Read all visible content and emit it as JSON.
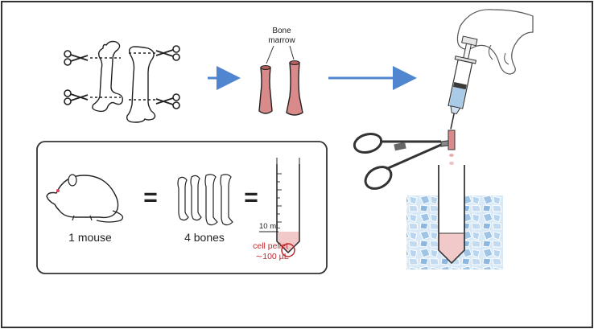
{
  "labels": {
    "bone_marrow_line1": "Bone",
    "bone_marrow_line2": "marrow",
    "mouse_caption": "1 mouse",
    "bones_caption": "4 bones",
    "equals_1": "=",
    "equals_2": "=",
    "volume_mark": "10 mL",
    "cell_pellet": "cell pellet",
    "pellet_volume": "∼100 µL"
  },
  "colors": {
    "arrow": "#4f86cf",
    "marrow": "#d98a8a",
    "pellet": "#f2c9c9",
    "pellet_label": "#c0282d",
    "ice": "#a9cbe8",
    "outline": "#222222"
  },
  "icons": [
    "scissors-icon",
    "femur-icon",
    "tibia-icon",
    "mouse-icon",
    "centrifuge-tube-icon",
    "syringe-icon",
    "hemostat-icon",
    "hand-icon",
    "ice-bucket-icon"
  ]
}
